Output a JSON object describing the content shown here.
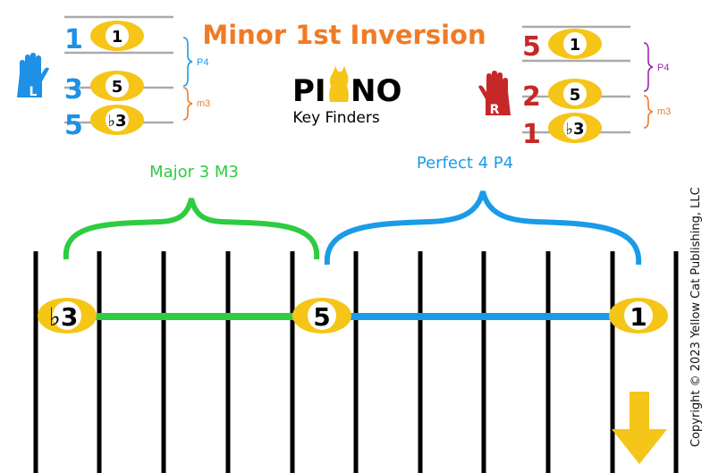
{
  "title": "Minor 1st Inversion",
  "brand": {
    "line1_left": "PI",
    "line1_right": "NO",
    "line2": "Key Finders"
  },
  "left_hand": {
    "badge": "L",
    "fingers": [
      "1",
      "3",
      "5"
    ],
    "notes": [
      "1",
      "5",
      "♭3"
    ],
    "intervals": [
      "P4",
      "m3"
    ]
  },
  "right_hand": {
    "badge": "R",
    "fingers": [
      "5",
      "2",
      "1"
    ],
    "notes": [
      "1",
      "5",
      "♭3"
    ],
    "intervals": [
      "P4",
      "m3"
    ]
  },
  "keyboard": {
    "span_left_label": "Major 3 M3",
    "span_right_label": "Perfect 4 P4",
    "notes": [
      "♭3",
      "5",
      "1"
    ]
  },
  "copyright": "Copyright © 2023 Yellow Cat Publishing, LLC",
  "colors": {
    "title": "#f07b24",
    "note_fill": "#f5c518",
    "left_finger": "#1e90e6",
    "right_finger": "#c62828",
    "m3_span": "#2ecc40",
    "p4_span": "#1a9be8",
    "bracket_p4_left": "#1a9be8",
    "bracket_m3": "#f07b24",
    "bracket_p4_right": "#9c27b0",
    "arrow": "#f5c518"
  }
}
